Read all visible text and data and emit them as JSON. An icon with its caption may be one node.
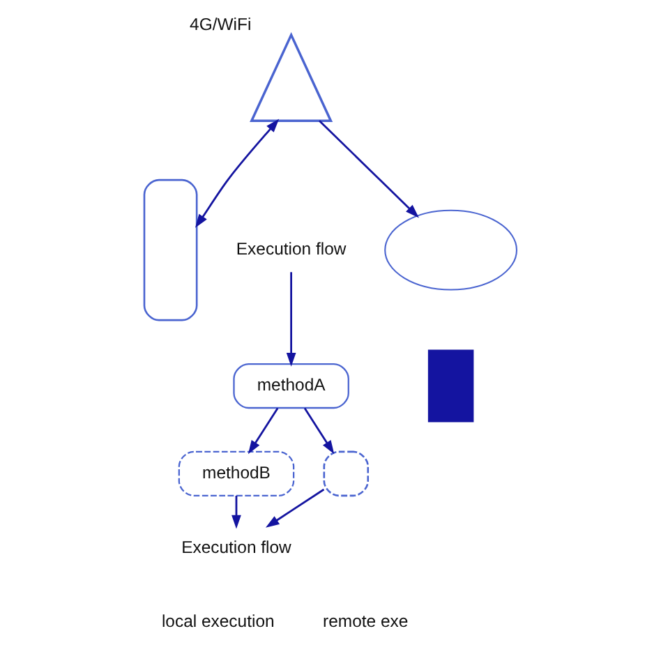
{
  "diagram": {
    "nodes": [
      {
        "text": [],
        "shape": "box"
      },
      {
        "text": [],
        "shape": "picture",
        "beside": [
          "4G/WiFi"
        ]
      },
      {
        "text": [],
        "shape": "cloud"
      },
      {
        "text": [],
        "shape": "box"
      },
      {
        "text": [
          "Execution flow"
        ]
      },
      {
        "text": [
          "methodA"
        ]
      },
      {
        "text": [
          "methodB"
        ]
      },
      {
        "text": [
          "Execution flow"
        ]
      },
      {
        "text": [],
        "shape": "box"
      }
    ],
    "edges": [
      {
        "from": 0,
        "to": 1,
        "arrow": "both"
      },
      {
        "from": 1,
        "to": 2,
        "arrow": "to"
      },
      {
        "from": 4,
        "to": 5,
        "arrow": "to"
      },
      {
        "from": 5,
        "to": 6,
        "arrow": "to"
      },
      {
        "from": 5,
        "to": 8,
        "arrow": "to"
      },
      {
        "from": 8,
        "to": 7,
        "arrow": "to"
      },
      {
        "from": 6,
        "to": 7,
        "arrow": "to"
      }
    ],
    "labels": [
      "local execution",
      "remote exe"
    ]
  }
}
